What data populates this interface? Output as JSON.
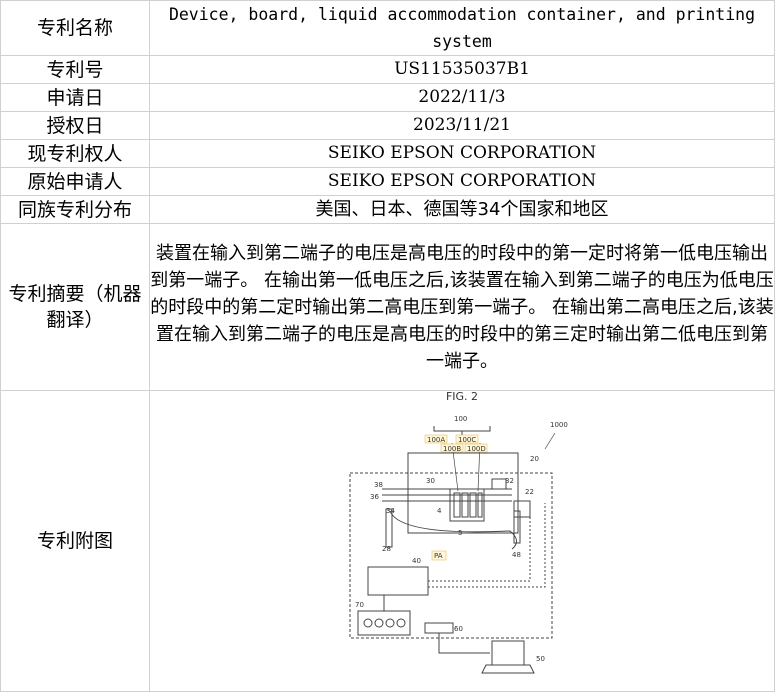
{
  "rows": {
    "title": {
      "label": "专利名称",
      "value": "Device, board, liquid accommodation container, and printing system"
    },
    "number": {
      "label": "专利号",
      "value": "US11535037B1"
    },
    "filing_date": {
      "label": "申请日",
      "value": "2022/11/3"
    },
    "grant_date": {
      "label": "授权日",
      "value": "2023/11/21"
    },
    "current_assignee": {
      "label": "现专利权人",
      "value": "SEIKO EPSON CORPORATION"
    },
    "original_applicant": {
      "label": "原始申请人",
      "value": "SEIKO EPSON CORPORATION"
    },
    "family": {
      "label": "同族专利分布",
      "value": "美国、日本、德国等34个国家和地区"
    },
    "abstract": {
      "label": "专利摘要（机器翻译）",
      "value": "装置在输入到第二端子的电压是高电压的时段中的第一定时将第一低电压输出到第一端子。 在输出第一低电压之后,该装置在输入到第二端子的电压为低电压的时段中的第二定时输出第二高电压到第一端子。 在输出第二高电压之后,该装置在输入到第二端子的电压是高电压的时段中的第三定时输出第二低电压到第一端子。"
    },
    "figure": {
      "label": "专利附图"
    }
  },
  "figure": {
    "caption": "FIG. 2",
    "labels": {
      "system": "1000",
      "group": "100",
      "a": "100A",
      "b": "100B",
      "c": "100C",
      "d": "100D",
      "frame": "20",
      "carriage": "30",
      "n32": "32",
      "n22": "22",
      "n38": "38",
      "n36": "36",
      "n34": "34",
      "n4": "4",
      "n5": "5",
      "n28": "28",
      "pa": "PA",
      "n48": "48",
      "controller": "40",
      "panel": "70",
      "n60": "60",
      "pc": "50"
    }
  }
}
